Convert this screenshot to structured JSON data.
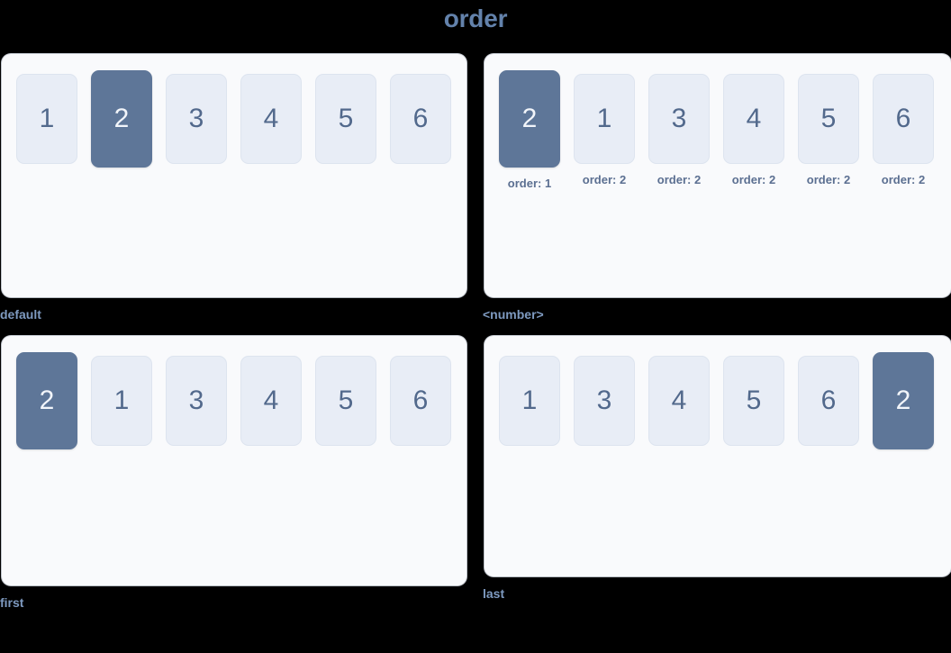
{
  "title": "order",
  "panels": [
    {
      "caption": "default",
      "items": [
        {
          "label": "1",
          "active": false
        },
        {
          "label": "2",
          "active": true
        },
        {
          "label": "3",
          "active": false
        },
        {
          "label": "4",
          "active": false
        },
        {
          "label": "5",
          "active": false
        },
        {
          "label": "6",
          "active": false
        }
      ]
    },
    {
      "caption": "<number>",
      "items": [
        {
          "label": "2",
          "active": true,
          "note": "order: 1"
        },
        {
          "label": "1",
          "active": false,
          "note": "order: 2"
        },
        {
          "label": "3",
          "active": false,
          "note": "order: 2"
        },
        {
          "label": "4",
          "active": false,
          "note": "order: 2"
        },
        {
          "label": "5",
          "active": false,
          "note": "order: 2"
        },
        {
          "label": "6",
          "active": false,
          "note": "order: 2"
        }
      ]
    },
    {
      "caption": "first",
      "items": [
        {
          "label": "2",
          "active": true
        },
        {
          "label": "1",
          "active": false
        },
        {
          "label": "3",
          "active": false
        },
        {
          "label": "4",
          "active": false
        },
        {
          "label": "5",
          "active": false
        },
        {
          "label": "6",
          "active": false
        }
      ]
    },
    {
      "caption": "last",
      "items": [
        {
          "label": "1",
          "active": false
        },
        {
          "label": "3",
          "active": false
        },
        {
          "label": "4",
          "active": false
        },
        {
          "label": "5",
          "active": false
        },
        {
          "label": "6",
          "active": false
        },
        {
          "label": "2",
          "active": true
        }
      ]
    }
  ],
  "colors": {
    "background": "#000000",
    "title": "#6382ab",
    "panel_bg": "#f9fafc",
    "box_bg": "#e8edf6",
    "box_text": "#52698c",
    "box_active_bg": "#5e7698",
    "box_active_text": "#f2f5fa",
    "caption": "#7e9ac0",
    "note": "#5b6f91"
  }
}
